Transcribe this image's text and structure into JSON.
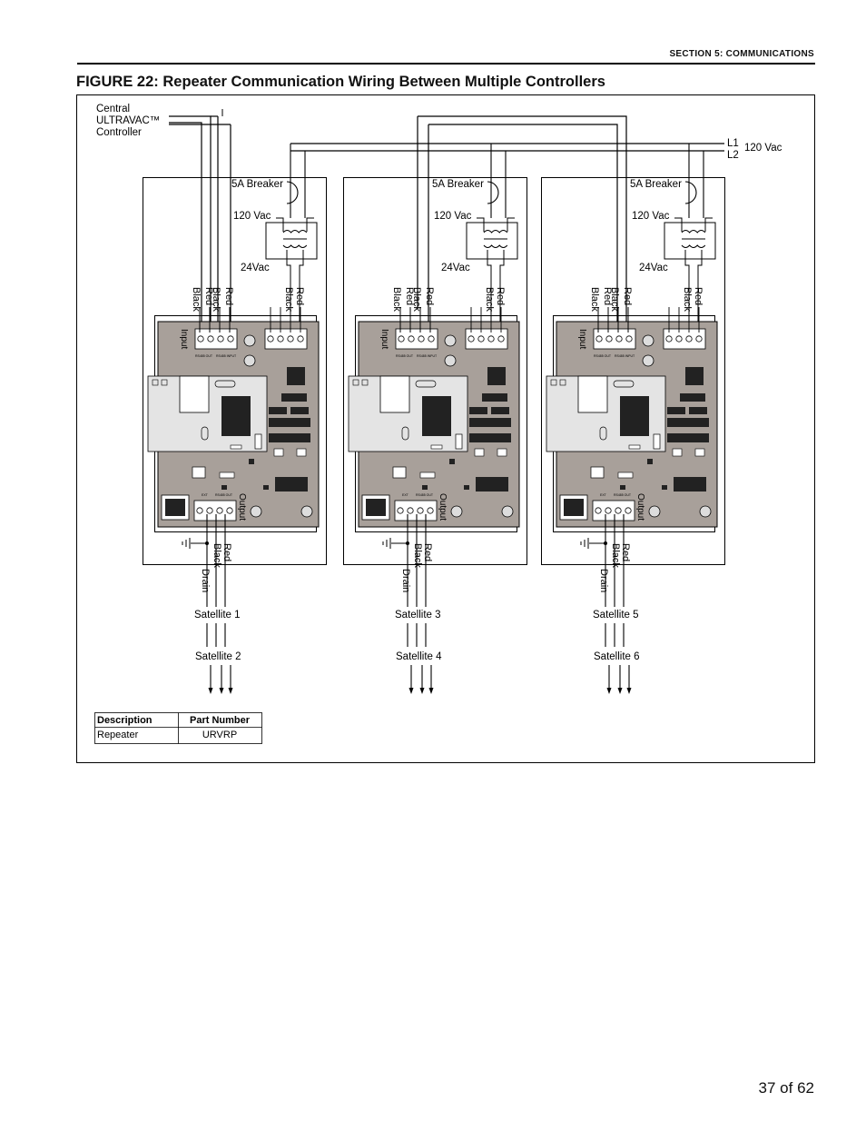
{
  "header": {
    "section_label": "SECTION 5: COMMUNICATIONS"
  },
  "figure": {
    "title": "FIGURE 22: Repeater Communication Wiring Between Multiple Controllers"
  },
  "controller_label": [
    "Central",
    "ULTRAVAC™",
    "Controller"
  ],
  "power": {
    "l1": "L1",
    "l2": "L2",
    "voltage": "120 Vac"
  },
  "labels": {
    "breaker": "5A Breaker",
    "primary": "120 Vac",
    "secondary": "24Vac",
    "input": "Input",
    "output": "Output",
    "drain": "Drain",
    "red": "Red",
    "black": "Black",
    "rs485_out": "RS485 OUT",
    "rs485_input": "RS485 INPUT",
    "ext": "EXT"
  },
  "repeaters": [
    {
      "sat_a": "Satellite 1",
      "sat_b": "Satellite 2"
    },
    {
      "sat_a": "Satellite 3",
      "sat_b": "Satellite 4"
    },
    {
      "sat_a": "Satellite 5",
      "sat_b": "Satellite 6"
    }
  ],
  "parts_table": {
    "headers": [
      "Description",
      "Part Number"
    ],
    "rows": [
      [
        "Repeater",
        "URVRP"
      ]
    ]
  },
  "footer": {
    "page": "37 of 62"
  }
}
